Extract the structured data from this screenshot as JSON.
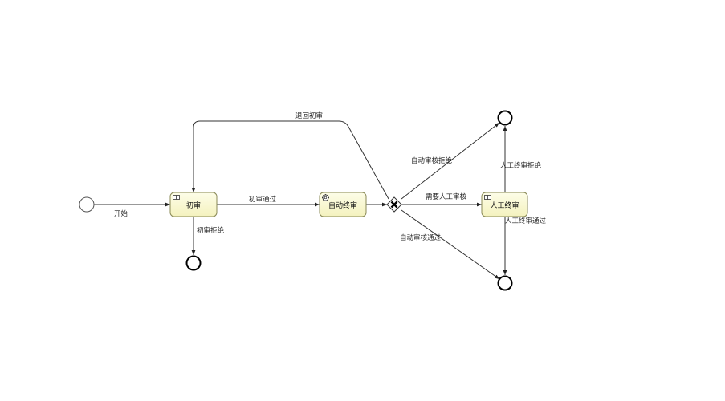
{
  "diagram": {
    "nodes": {
      "start": {
        "type": "start-event"
      },
      "first_review": {
        "type": "user-task",
        "label": "初审"
      },
      "auto_final_review": {
        "type": "service-task",
        "label": "自动终审"
      },
      "gateway": {
        "type": "exclusive-gateway"
      },
      "manual_final_review": {
        "type": "user-task",
        "label": "人工终审"
      },
      "end_first_reject": {
        "type": "end-event"
      },
      "end_top": {
        "type": "end-event"
      },
      "end_bottom": {
        "type": "end-event"
      }
    },
    "flows": {
      "start_to_first": {
        "label": "开始"
      },
      "first_pass": {
        "label": "初审通过"
      },
      "first_reject": {
        "label": "初审拒绝"
      },
      "return_first": {
        "label": "退回初审"
      },
      "auto_reject": {
        "label": "自动审核拒绝"
      },
      "need_manual": {
        "label": "需要人工审核"
      },
      "auto_pass": {
        "label": "自动审核通过"
      },
      "manual_reject": {
        "label": "人工终审拒绝"
      },
      "manual_pass": {
        "label": "人工终审通过"
      },
      "auto_to_gateway": {
        "label": ""
      }
    },
    "colors": {
      "task_fill_top": "#fdfde8",
      "task_fill_bottom": "#f4f2be",
      "task_stroke": "#888855",
      "line": "#333333"
    }
  }
}
